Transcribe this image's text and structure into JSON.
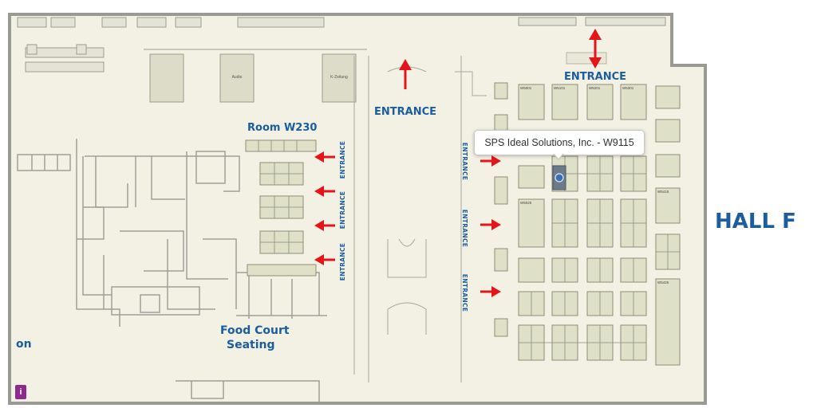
{
  "map": {
    "hall_label": "HALL F",
    "room_label": "Room W230",
    "food_court_line1": "Food Court",
    "food_court_line2": "Seating",
    "partial_left_label": "on",
    "entrance_label": "ENTRANCE",
    "small_rooms": [
      "Audio",
      "K-Zeitung"
    ],
    "booth_labels": [
      "W5001",
      "W5101",
      "W5201",
      "W5301",
      "W5025",
      "W5415",
      "W5425"
    ],
    "tooltip": "SPS Ideal Solutions, Inc. - W9115",
    "left_badge": "i",
    "colors": {
      "floor": "#f3f1e3",
      "booth": "#dfe0c8",
      "booth_border": "#8d8d7a",
      "wall": "#9a9a95",
      "label": "#1b5d9e",
      "arrow": "#e4141b",
      "selected_booth": "#3a6fb5"
    }
  }
}
